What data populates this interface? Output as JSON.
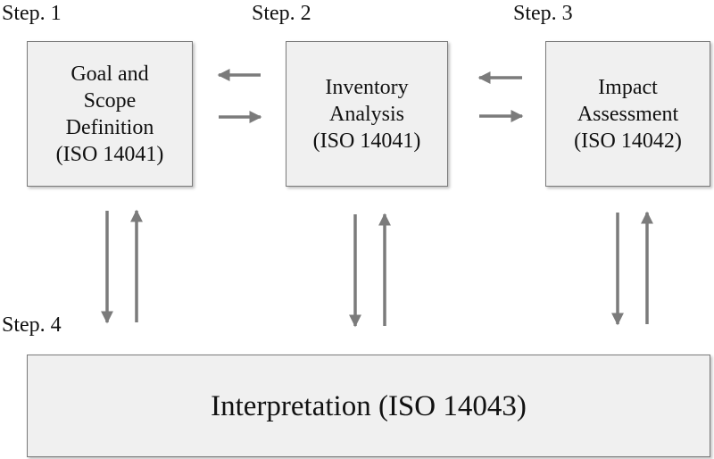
{
  "steps": [
    {
      "label": "Step. 1",
      "lines": [
        "Goal and",
        "Scope",
        "Definition",
        "(ISO 14041)"
      ]
    },
    {
      "label": "Step. 2",
      "lines": [
        "Inventory",
        "Analysis",
        "(ISO 14041)"
      ]
    },
    {
      "label": "Step. 3",
      "lines": [
        "Impact",
        "Assessment",
        "(ISO 14042)"
      ]
    },
    {
      "label": "Step. 4",
      "lines": [
        "Interpretation (ISO 14043)"
      ]
    }
  ],
  "colors": {
    "box_fill": "#f0f0f0",
    "box_border": "#7a7a7a",
    "arrow": "#7b7b7b",
    "text": "#111111"
  }
}
